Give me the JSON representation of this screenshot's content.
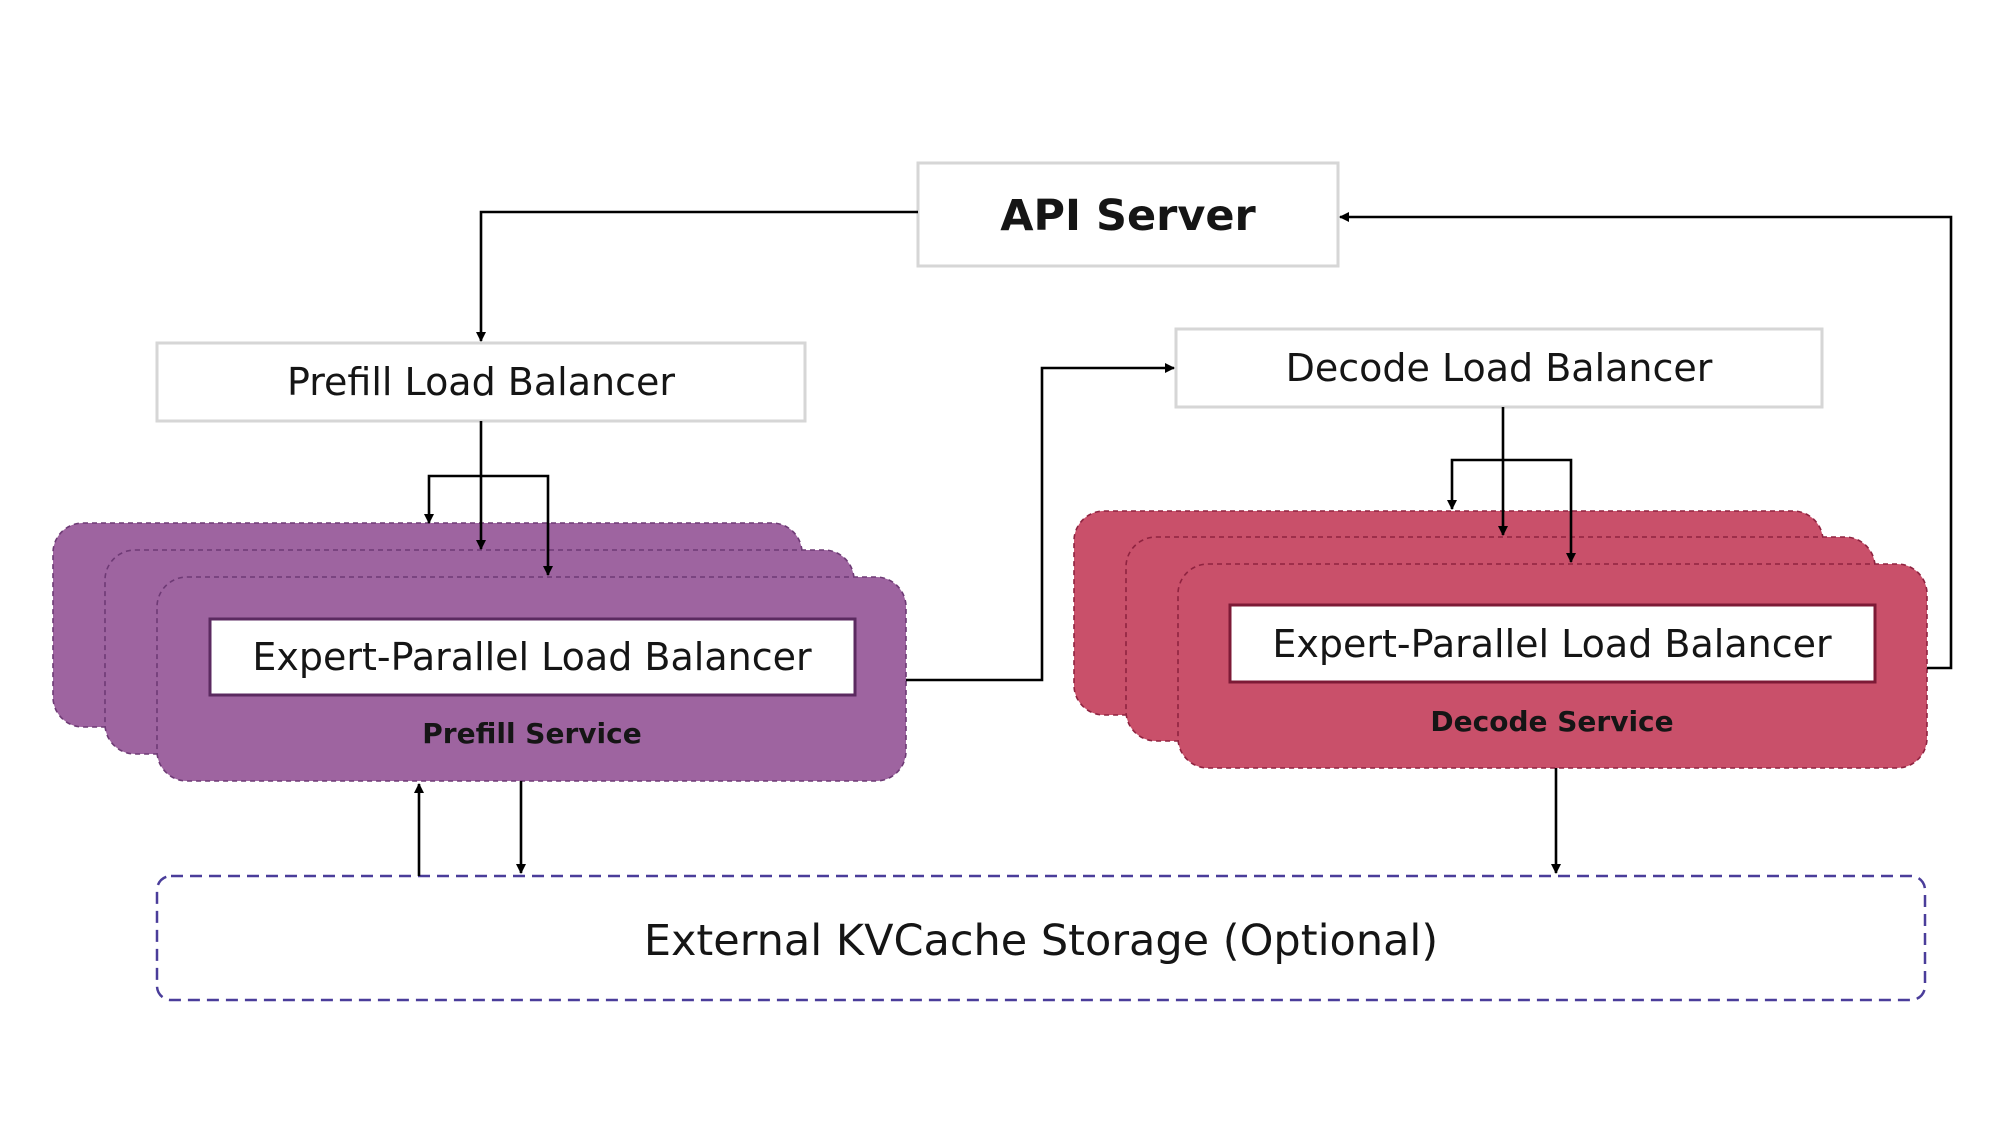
{
  "nodes": {
    "api_server": {
      "label": "API Server"
    },
    "prefill_lb": {
      "label": "Prefill Load Balancer"
    },
    "decode_lb": {
      "label": "Decode Load Balancer"
    },
    "prefill_service": {
      "inner_label": "Expert-Parallel Load Balancer",
      "label": "Prefill Service"
    },
    "decode_service": {
      "inner_label": "Expert-Parallel Load Balancer",
      "label": "Decode Service"
    },
    "kv_storage": {
      "label": "External KVCache Storage (Optional)"
    }
  },
  "colors": {
    "prefill": "#9e64a0",
    "prefill_border": "#6e3a75",
    "decode": "#c9506a",
    "decode_border": "#8f2340",
    "storage_border": "#4a3d9a",
    "box_border": "#d6d6d6",
    "arrow": "#000000"
  }
}
